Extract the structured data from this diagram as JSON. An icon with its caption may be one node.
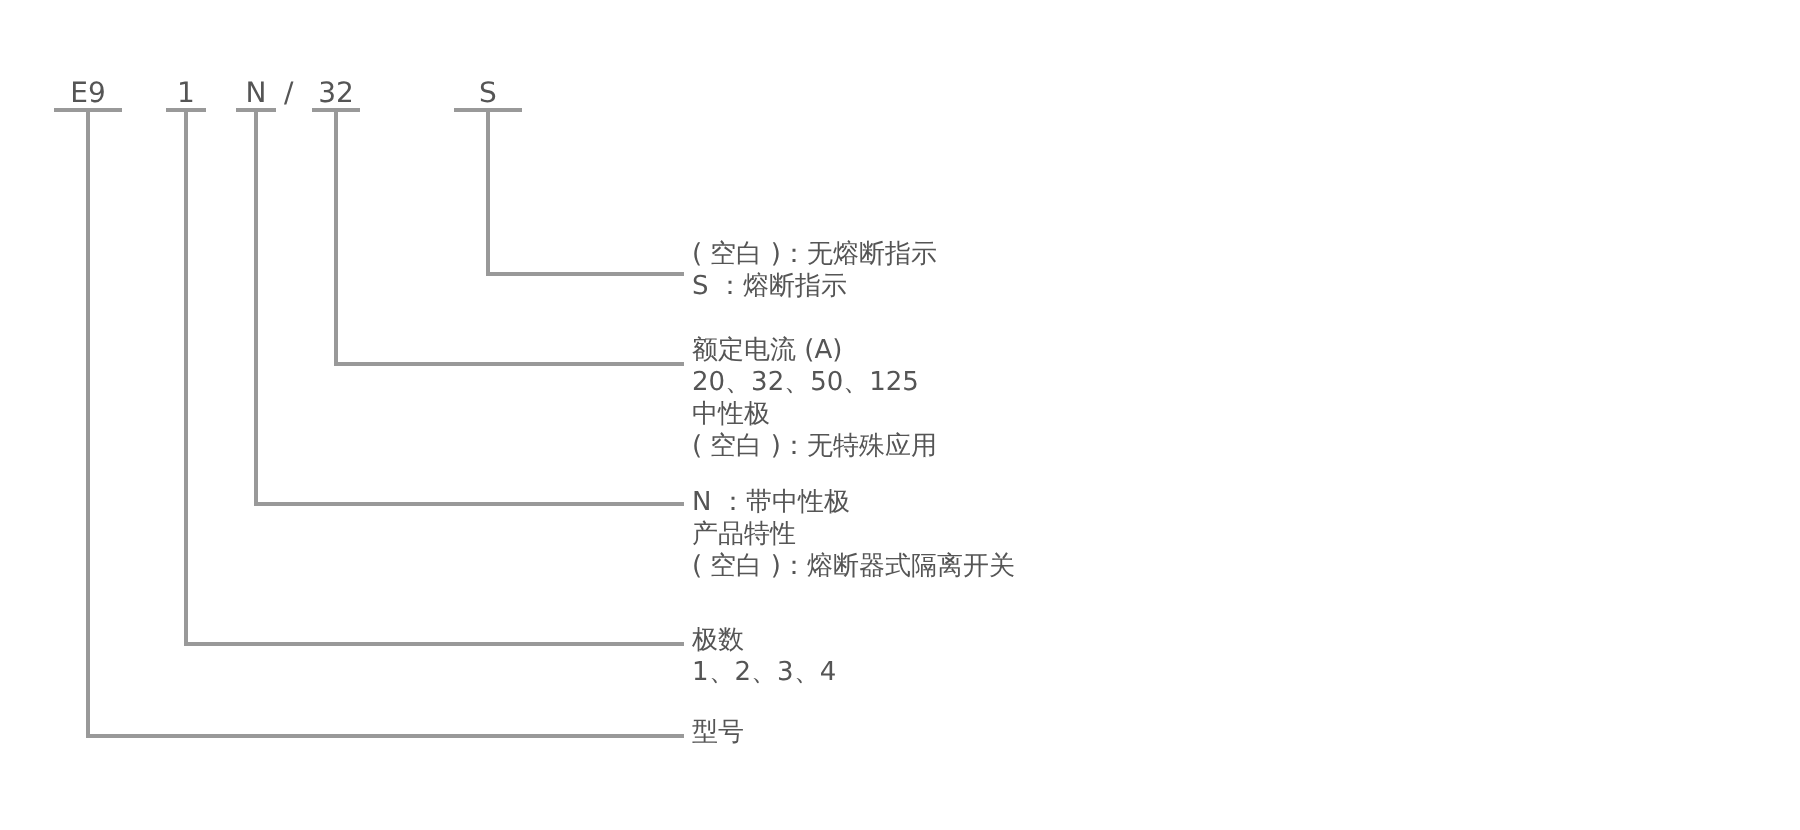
{
  "diagram": {
    "nodes": [
      {
        "text": [
          "E9"
        ]
      },
      {
        "text": [
          "1"
        ]
      },
      {
        "text": [
          "N"
        ]
      },
      {
        "text": [
          "32"
        ]
      },
      {
        "text": [
          "S"
        ]
      },
      {
        "text": [
          "( 空白 )：无熔断指示",
          "S ：熔断指示"
        ]
      },
      {
        "text": [
          "额定电流 (A)",
          "20、32、50、125",
          "中性极",
          "( 空白 )：无特殊应用"
        ]
      },
      {
        "text": [
          "N ：带中性极",
          "产品特性",
          "( 空白 )：熔断器式隔离开关"
        ]
      },
      {
        "text": [
          "极数",
          "1、2、3、4"
        ]
      },
      {
        "text": [
          "型号"
        ]
      }
    ],
    "edges": [
      {
        "from": 4,
        "to": 5,
        "arrow": "none"
      },
      {
        "from": 3,
        "to": 6,
        "arrow": "none"
      },
      {
        "from": 2,
        "to": 7,
        "arrow": "none"
      },
      {
        "from": 1,
        "to": 8,
        "arrow": "none"
      },
      {
        "from": 0,
        "to": 9,
        "arrow": "none"
      }
    ],
    "labels": [
      "/"
    ]
  }
}
